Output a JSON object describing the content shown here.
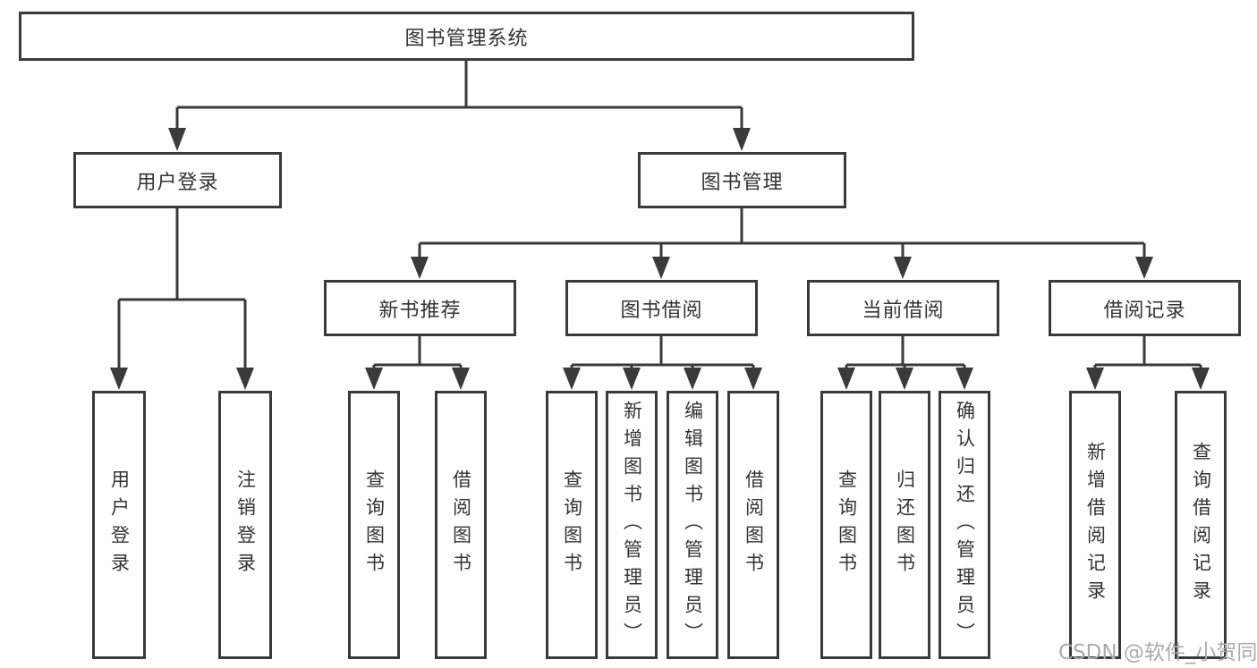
{
  "diagram": {
    "title": "图书管理系统",
    "level2": [
      {
        "label": "用户登录"
      },
      {
        "label": "图书管理"
      }
    ],
    "level3": [
      {
        "label": "新书推荐"
      },
      {
        "label": "图书借阅"
      },
      {
        "label": "当前借阅"
      },
      {
        "label": "借阅记录"
      }
    ],
    "leaves": [
      {
        "label": "用户登录"
      },
      {
        "label": "注销登录"
      },
      {
        "label": "查询图书"
      },
      {
        "label": "借阅图书"
      },
      {
        "label": "查询图书"
      },
      {
        "label": "新增图书（管理员）"
      },
      {
        "label": "编辑图书（管理员）"
      },
      {
        "label": "借阅图书"
      },
      {
        "label": "查询图书"
      },
      {
        "label": "归还图书"
      },
      {
        "label": "确认归还（管理员）"
      },
      {
        "label": "新增借阅记录"
      },
      {
        "label": "查询借阅记录"
      }
    ],
    "colors": {
      "line": "#3a3a3a",
      "text": "#333333",
      "background": "#ffffff",
      "watermark": "#ababab"
    }
  },
  "watermark": {
    "text": "CSDN @软件_小贺同学"
  }
}
